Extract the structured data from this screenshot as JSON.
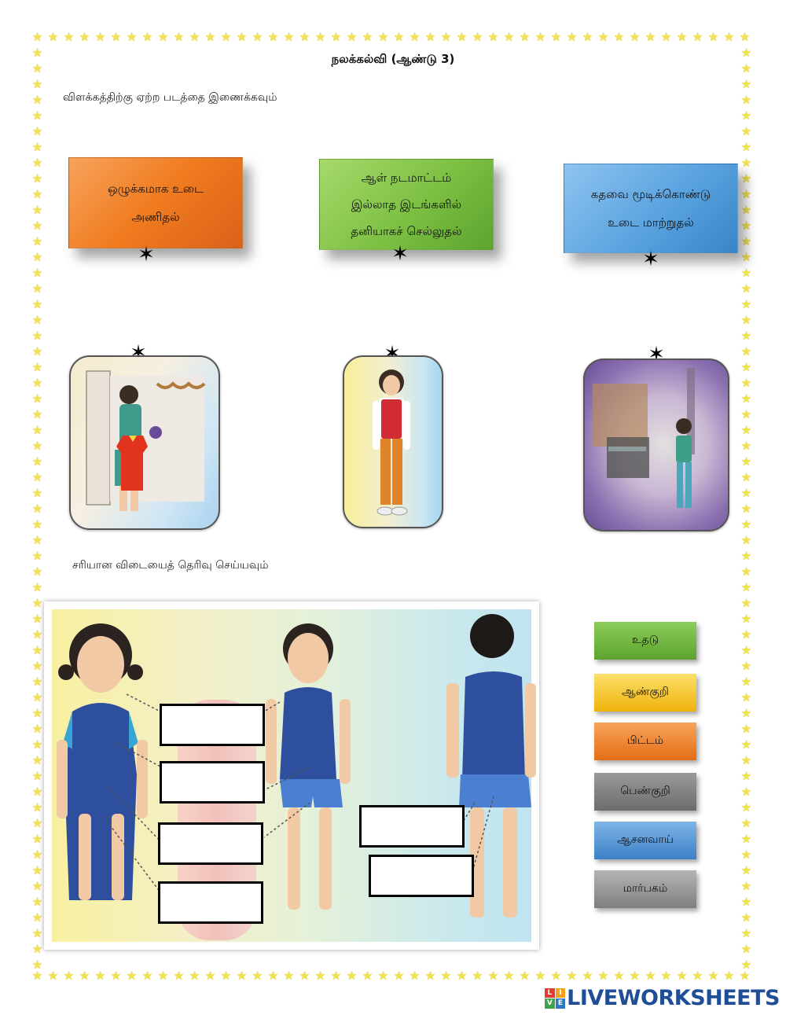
{
  "header": {
    "title": "நலக்கல்வி (ஆண்டு 3)"
  },
  "section1": {
    "instruction": "விளக்கத்திற்கு ஏற்ற படத்தை இணைக்கவும்",
    "cards": [
      {
        "line1": "ஒழுக்கமாக உடை",
        "line2": "அணிதல்",
        "line3": ""
      },
      {
        "line1": "ஆள் நடமாட்டம்",
        "line2": "இல்லாத இடங்களில்",
        "line3": "தனியாகச் செல்லுதல்"
      },
      {
        "line1": "கதவை மூடிக்கொண்டு",
        "line2": "உடை மாற்றுதல்",
        "line3": ""
      }
    ],
    "card_colors": [
      "#f07b1f",
      "#7cc043",
      "#5aa3e0"
    ]
  },
  "section2": {
    "instruction": "சரியான விடையைத் தெரிவு செய்யவும்",
    "options": [
      "உதடு",
      "ஆண்குறி",
      "பிட்டம்",
      "பெண்குறி",
      "ஆசனவாய்",
      "மார்பகம்"
    ],
    "option_colors": [
      "#6db33f",
      "#f5c518",
      "#f07b1f",
      "#7a7a7a",
      "#4f95d6",
      "#8f8f8f"
    ]
  },
  "footer": {
    "logo_text": "LIVEWORKSHEETS",
    "logo_letters": [
      "L",
      "I",
      "V",
      "E"
    ]
  }
}
